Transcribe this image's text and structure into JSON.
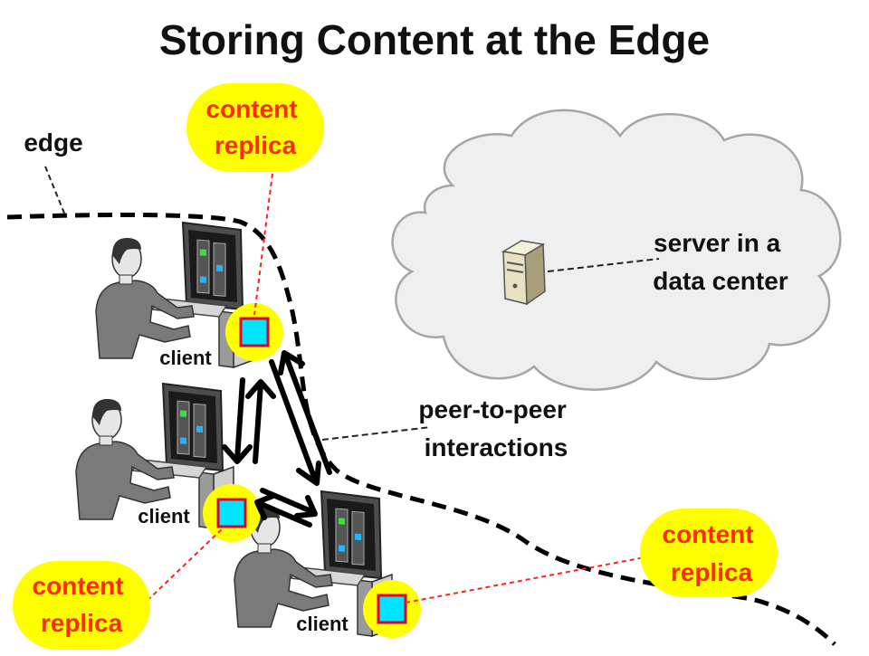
{
  "title": "Storing Content at the Edge",
  "labels": {
    "edge": "edge",
    "server": [
      "server in a",
      "data center"
    ],
    "p2p": [
      "peer-to-peer",
      "interactions"
    ],
    "client": "client",
    "replica": [
      "content",
      "replica"
    ]
  },
  "colors": {
    "bubble": "#ffff00",
    "replica_text": "#ff2a00",
    "replica_box_fill": "#00e5ff",
    "replica_box_stroke": "#e0002a",
    "cloud": "#efefef",
    "cloud_outline": "#a6a6a6",
    "edge_line": "#000000"
  },
  "icons": {
    "server": "server-tower-icon",
    "client": "person-at-computer-icon",
    "replica": "replica-square-icon"
  }
}
